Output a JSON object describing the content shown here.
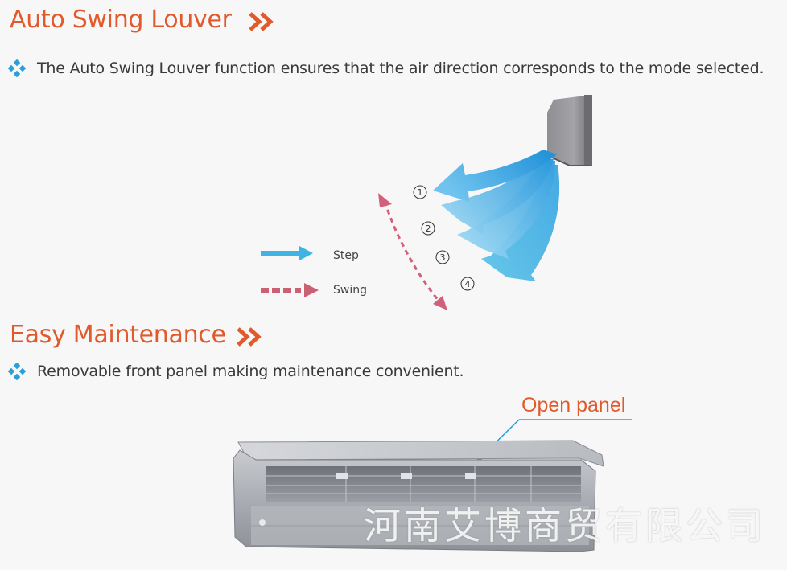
{
  "swing_section": {
    "title": "Auto Swing Louver",
    "description": "The Auto Swing Louver function ensures that the air direction corresponds to the mode selected.",
    "step_numbers": [
      "1",
      "2",
      "3",
      "4"
    ],
    "legend": {
      "step_label": "Step",
      "swing_label": "Swing"
    }
  },
  "maintenance_section": {
    "title": "Easy Maintenance",
    "description": "Removable front panel making maintenance convenient.",
    "callout": "Open panel"
  },
  "watermark": "河南艾博商贸有限公司",
  "colors": {
    "accent": "#e15a2c",
    "airflow_blue": "#3fb3e2",
    "swing_red": "#c96074",
    "bullet_blue": "#2a9fd8"
  },
  "icons": {
    "section_arrow": "double-chevron-right-icon",
    "bullet": "diamond-cluster-icon"
  }
}
